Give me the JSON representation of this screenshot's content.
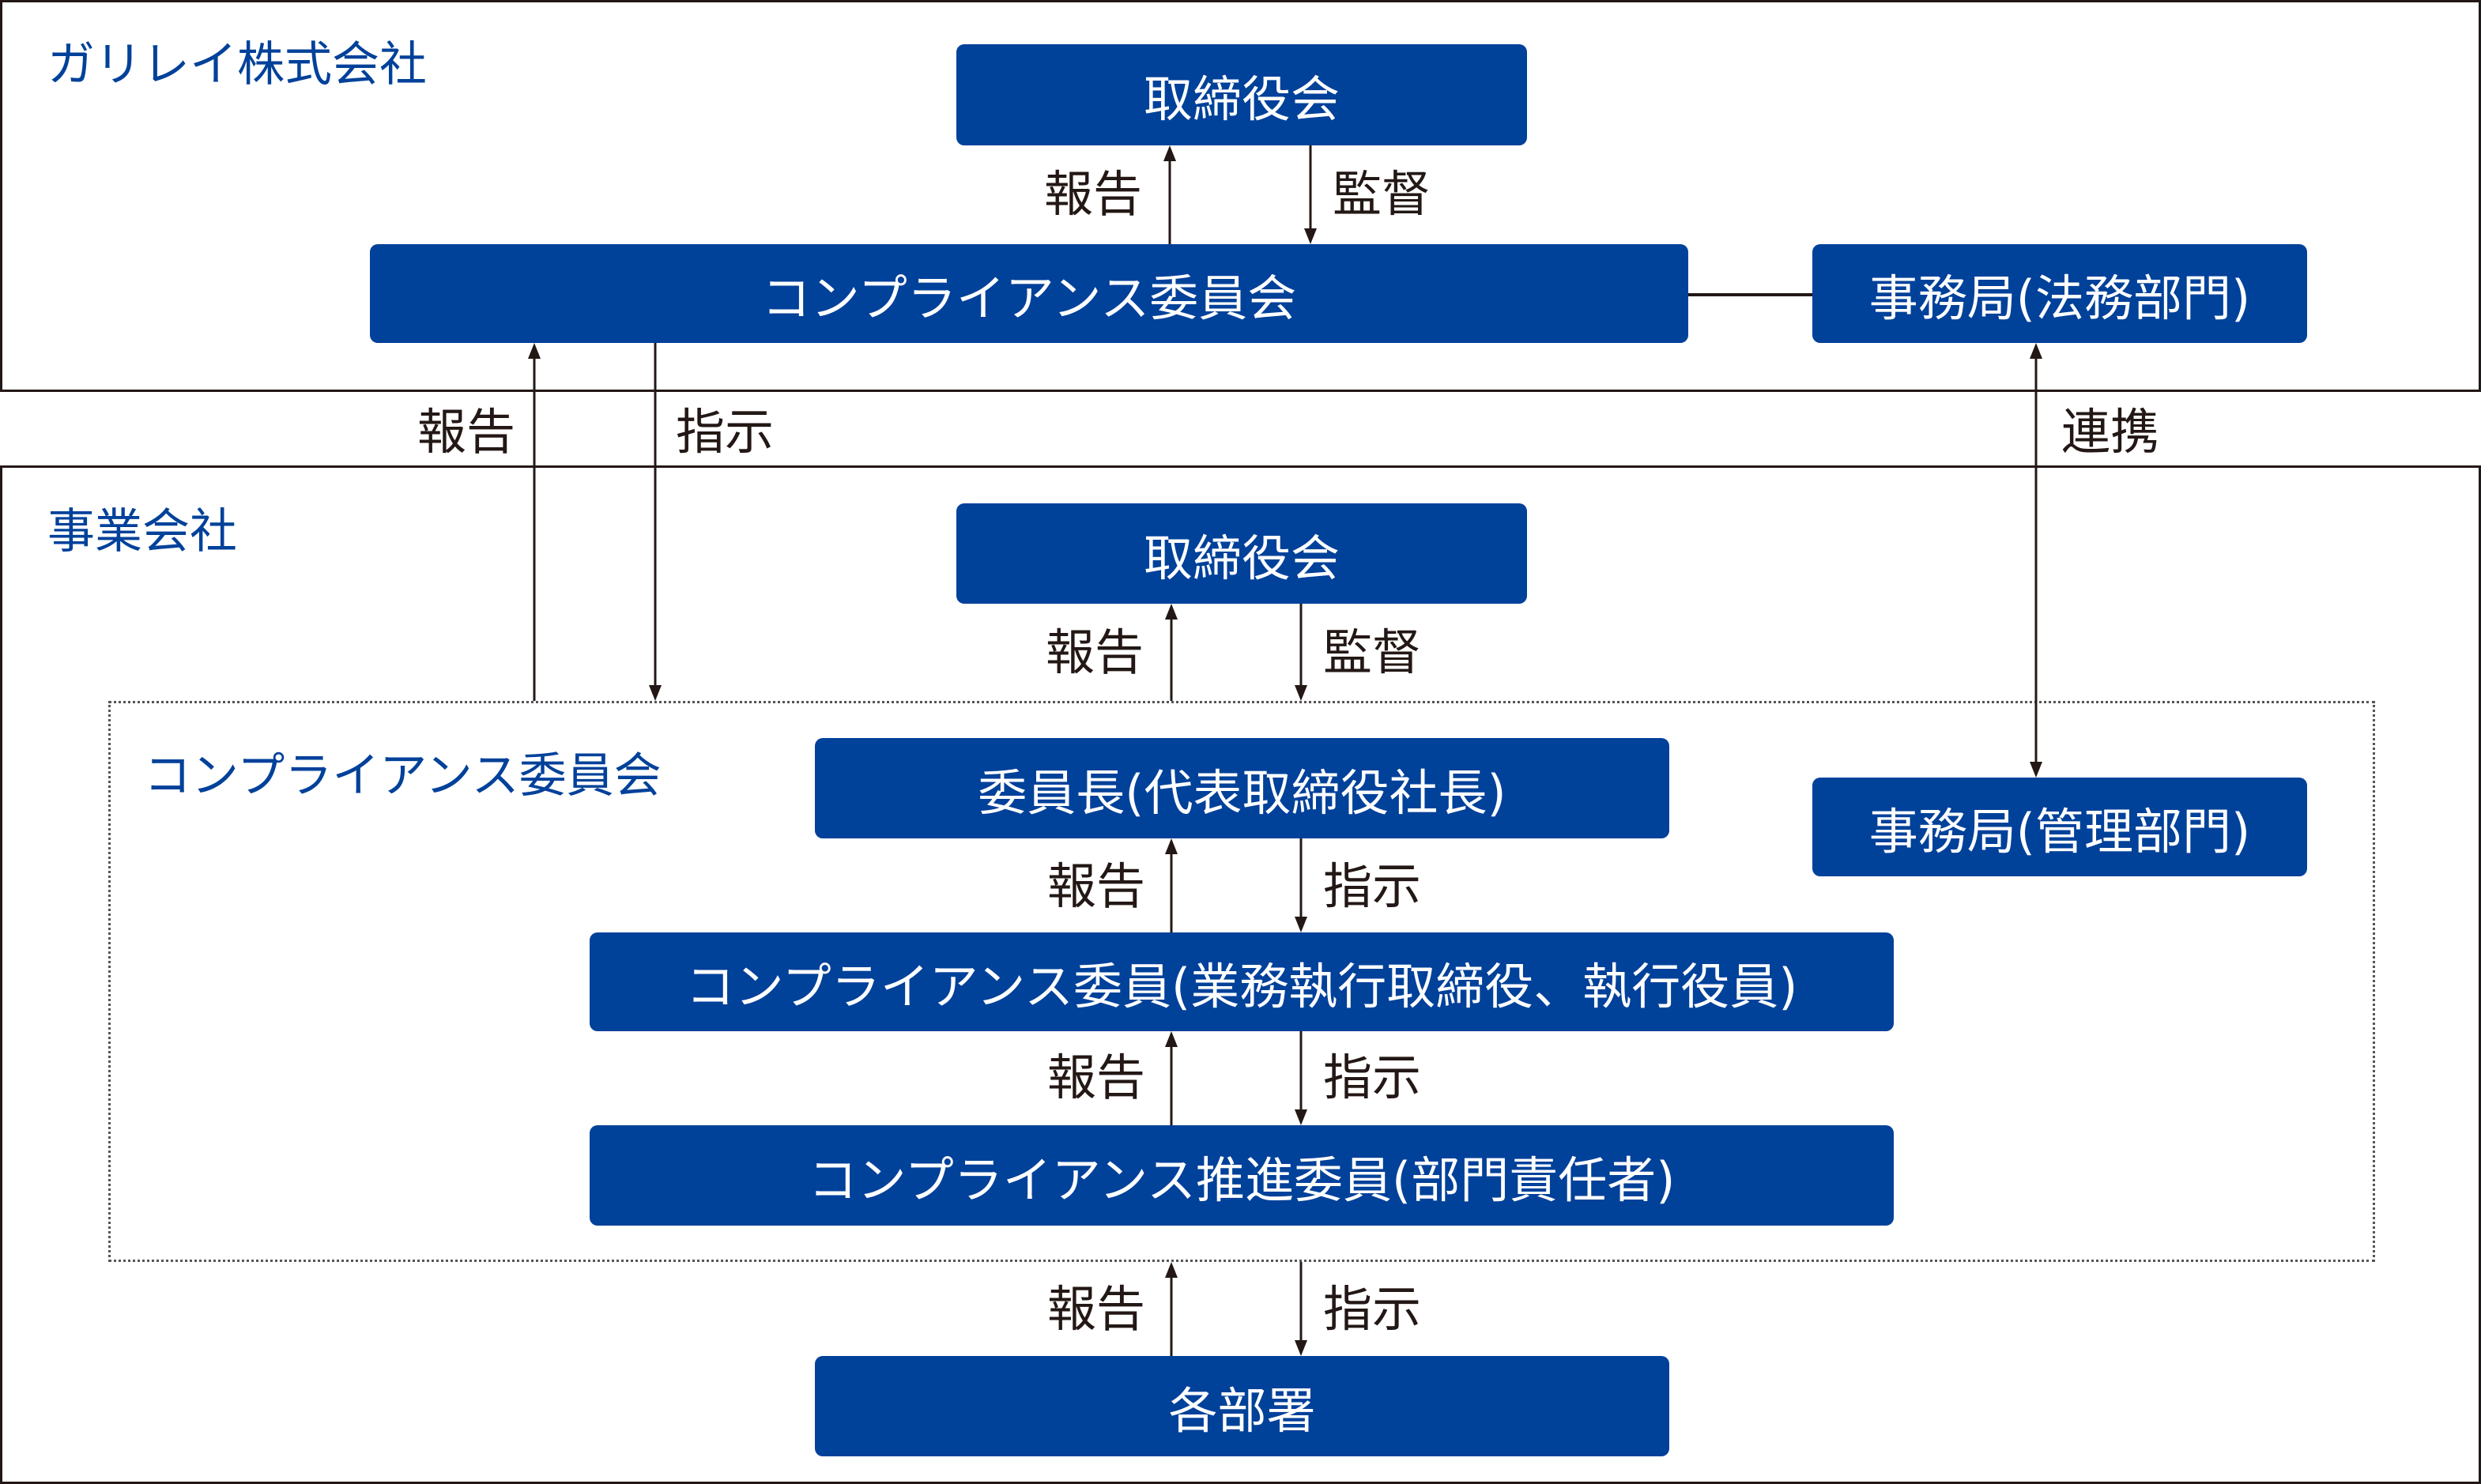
{
  "diagram": {
    "colors": {
      "box": "#00419a",
      "line": "#231815",
      "zone_label": "#00419a"
    },
    "parent_company": {
      "name": "ガリレイ株式会社",
      "board": "取締役会",
      "committee": "コンプライアンス委員会",
      "secretariat": "事務局(法務部門)",
      "report_label": "報告",
      "supervise_label": "監督"
    },
    "between": {
      "report_label": "報告",
      "instruct_label": "指示",
      "cooperate_label": "連携"
    },
    "subsidiary": {
      "name": "事業会社",
      "board": "取締役会",
      "report_label": "報告",
      "supervise_label": "監督",
      "committee_group_label": "コンプライアンス委員会",
      "chair": "委員長(代表取締役社長)",
      "secretariat": "事務局(管理部門)",
      "members": "コンプライアンス委員(業務執行取締役、執行役員)",
      "promoters": "コンプライアンス推進委員(部門責任者)",
      "departments": "各部署",
      "links": [
        {
          "report": "報告",
          "instruct": "指示"
        },
        {
          "report": "報告",
          "instruct": "指示"
        },
        {
          "report": "報告",
          "instruct": "指示"
        }
      ]
    }
  }
}
